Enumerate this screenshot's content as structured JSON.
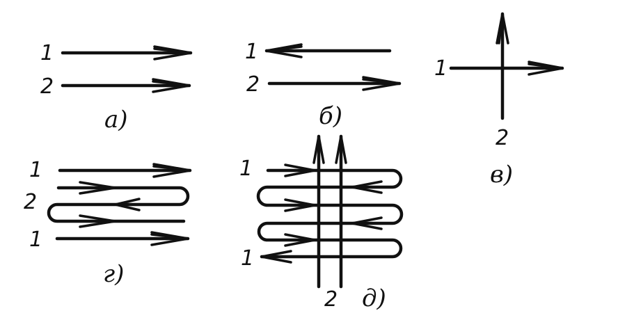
{
  "panels": {
    "a": {
      "caption": "а)",
      "labels": [
        "1",
        "2"
      ]
    },
    "b": {
      "caption": "б)",
      "labels": [
        "1",
        "2"
      ]
    },
    "v": {
      "caption": "в)",
      "labels": [
        "1",
        "2"
      ]
    },
    "g": {
      "caption": "г)",
      "labels": [
        "1",
        "2",
        "1"
      ]
    },
    "d": {
      "caption": "д)",
      "labels": [
        "1",
        "1",
        "2"
      ]
    }
  },
  "colors": {
    "ink": "#111111",
    "paper": "#ffffff"
  }
}
